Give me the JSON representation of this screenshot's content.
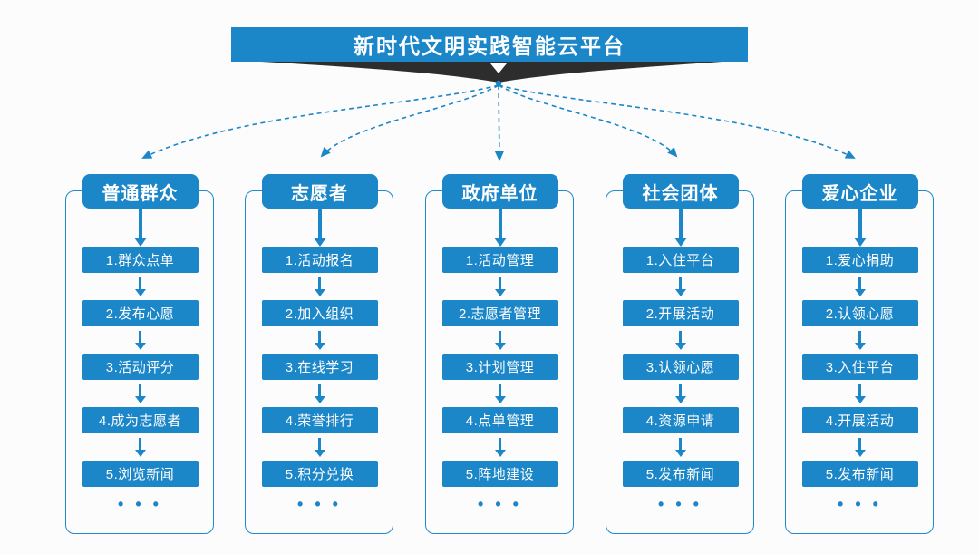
{
  "title": "新时代文明实践智能云平台",
  "ellipsis": "• • •",
  "columns": [
    {
      "header": "普通群众",
      "items": [
        "1.群众点单",
        "2.发布心愿",
        "3.活动评分",
        "4.成为志愿者",
        "5.浏览新闻"
      ]
    },
    {
      "header": "志愿者",
      "items": [
        "1.活动报名",
        "2.加入组织",
        "3.在线学习",
        "4.荣誉排行",
        "5.积分兑换"
      ]
    },
    {
      "header": "政府单位",
      "items": [
        "1.活动管理",
        "2.志愿者管理",
        "3.计划管理",
        "4.点单管理",
        "5.阵地建设"
      ]
    },
    {
      "header": "社会团体",
      "items": [
        "1.入住平台",
        "2.开展活动",
        "3.认领心愿",
        "4.资源申请",
        "5.发布新闻"
      ]
    },
    {
      "header": "爱心企业",
      "items": [
        "1.爱心捐助",
        "2.认领心愿",
        "3.入住平台",
        "4.开展活动",
        "5.发布新闻"
      ]
    }
  ],
  "colors": {
    "accent": "#1b86c8",
    "ribbon": "#2d2d2d",
    "text_on_accent": "#ffffff",
    "background": "#fcfcfc"
  }
}
